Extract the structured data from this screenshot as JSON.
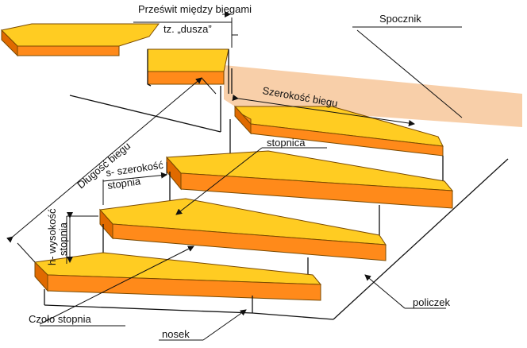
{
  "labels": {
    "przeswit": "Prześwit między biegami",
    "dusza": "tz. „dusza”",
    "spocznik": "Spocznik",
    "szerokosc_biegu": "Szerokość biegu",
    "stopnica": "stopnica",
    "dlugosc_biegu": "Długość biegu",
    "s_szerokosc": "s- szerokość",
    "stopnia_s": "stopnia",
    "h_wysokosc": "h- wysokość",
    "stopnia_h": "stopnia",
    "czolo_stopnia": "Czoło stopnia",
    "nosek": "nosek",
    "policzek": "policzek"
  },
  "colors": {
    "tread_top": "#ffcc22",
    "tread_front": "#ff8a1a",
    "landing_band": "#f7c79a",
    "lines": "#111111"
  }
}
